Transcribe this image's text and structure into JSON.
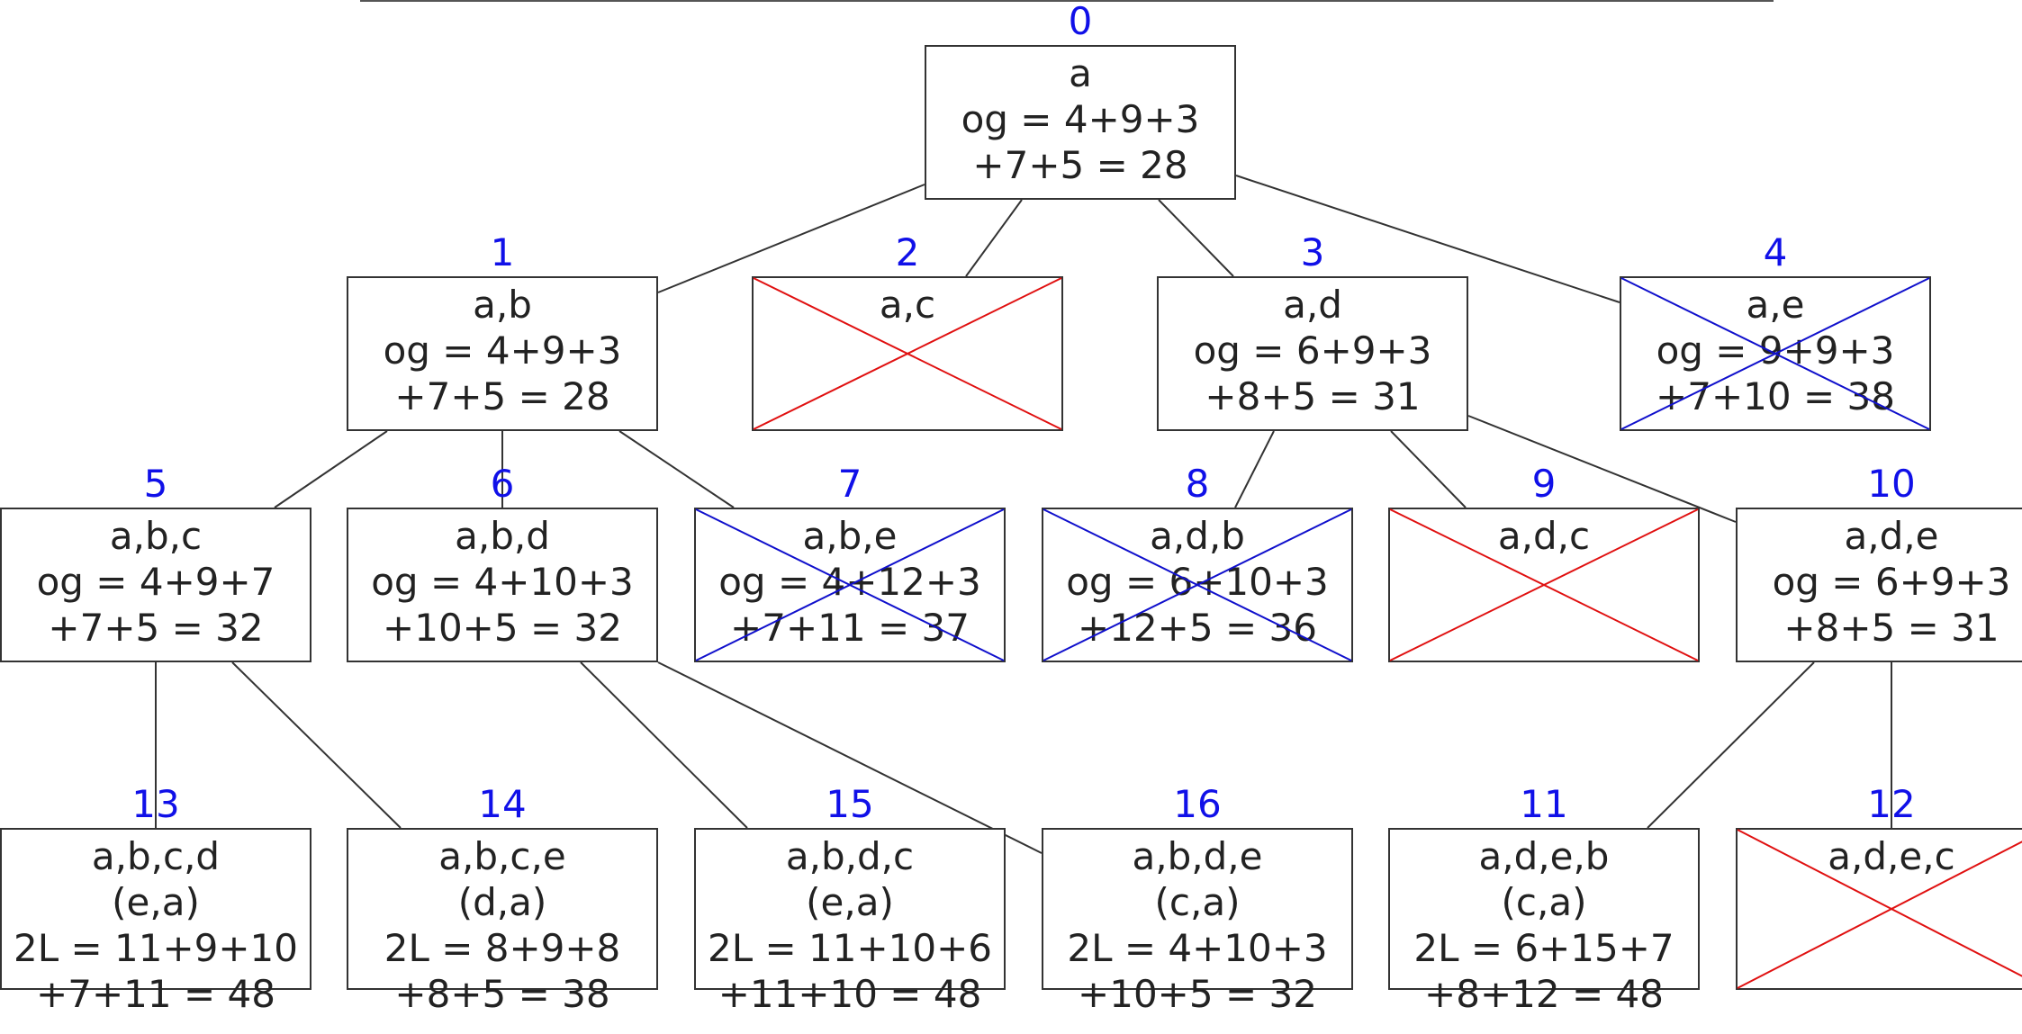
{
  "colors": {
    "index": "#1010e8",
    "pruned_red": "#e01010",
    "pruned_blue": "#1010cc",
    "stroke": "#333333"
  },
  "nodes": [
    {
      "id": "0",
      "lines": [
        "a",
        "og = 4+9+3",
        "+7+5 = 28"
      ],
      "cross": null
    },
    {
      "id": "1",
      "lines": [
        "a,b",
        "og = 4+9+3",
        "+7+5 = 28"
      ],
      "cross": null
    },
    {
      "id": "2",
      "lines": [
        "a,c"
      ],
      "cross": "red"
    },
    {
      "id": "3",
      "lines": [
        "a,d",
        "og = 6+9+3",
        "+8+5 = 31"
      ],
      "cross": null
    },
    {
      "id": "4",
      "lines": [
        "a,e",
        "og = 9+9+3",
        "+7+10 = 38"
      ],
      "cross": "blue"
    },
    {
      "id": "5",
      "lines": [
        "a,b,c",
        "og = 4+9+7",
        "+7+5 = 32"
      ],
      "cross": null
    },
    {
      "id": "6",
      "lines": [
        "a,b,d",
        "og = 4+10+3",
        "+10+5 = 32"
      ],
      "cross": null
    },
    {
      "id": "7",
      "lines": [
        "a,b,e",
        "og = 4+12+3",
        "+7+11 = 37"
      ],
      "cross": "blue"
    },
    {
      "id": "8",
      "lines": [
        "a,d,b",
        "og = 6+10+3",
        "+12+5 = 36"
      ],
      "cross": "blue"
    },
    {
      "id": "9",
      "lines": [
        "a,d,c"
      ],
      "cross": "red"
    },
    {
      "id": "10",
      "lines": [
        "a,d,e",
        "og = 6+9+3",
        "+8+5 = 31"
      ],
      "cross": null
    },
    {
      "id": "13",
      "lines": [
        "a,b,c,d",
        "(e,a)",
        "2L = 11+9+10",
        "+7+11 = 48"
      ],
      "cross": null
    },
    {
      "id": "14",
      "lines": [
        "a,b,c,e",
        "(d,a)",
        "2L = 8+9+8",
        "+8+5 = 38"
      ],
      "cross": null
    },
    {
      "id": "15",
      "lines": [
        "a,b,d,c",
        "(e,a)",
        "2L = 11+10+6",
        "+11+10 = 48"
      ],
      "cross": null
    },
    {
      "id": "16",
      "lines": [
        "a,b,d,e",
        "(c,a)",
        "2L = 4+10+3",
        "+10+5 = 32"
      ],
      "cross": null
    },
    {
      "id": "11",
      "lines": [
        "a,d,e,b",
        "(c,a)",
        "2L = 6+15+7",
        "+8+12 = 48"
      ],
      "cross": null
    },
    {
      "id": "12",
      "lines": [
        "a,d,e,c"
      ],
      "cross": "red"
    }
  ],
  "edges": [
    [
      "0",
      "1"
    ],
    [
      "0",
      "2"
    ],
    [
      "0",
      "3"
    ],
    [
      "0",
      "4"
    ],
    [
      "1",
      "5"
    ],
    [
      "1",
      "6"
    ],
    [
      "1",
      "7"
    ],
    [
      "3",
      "8"
    ],
    [
      "3",
      "9"
    ],
    [
      "3",
      "10"
    ],
    [
      "5",
      "13"
    ],
    [
      "5",
      "14"
    ],
    [
      "6",
      "15"
    ],
    [
      "6",
      "16"
    ],
    [
      "10",
      "11"
    ],
    [
      "10",
      "12"
    ]
  ]
}
